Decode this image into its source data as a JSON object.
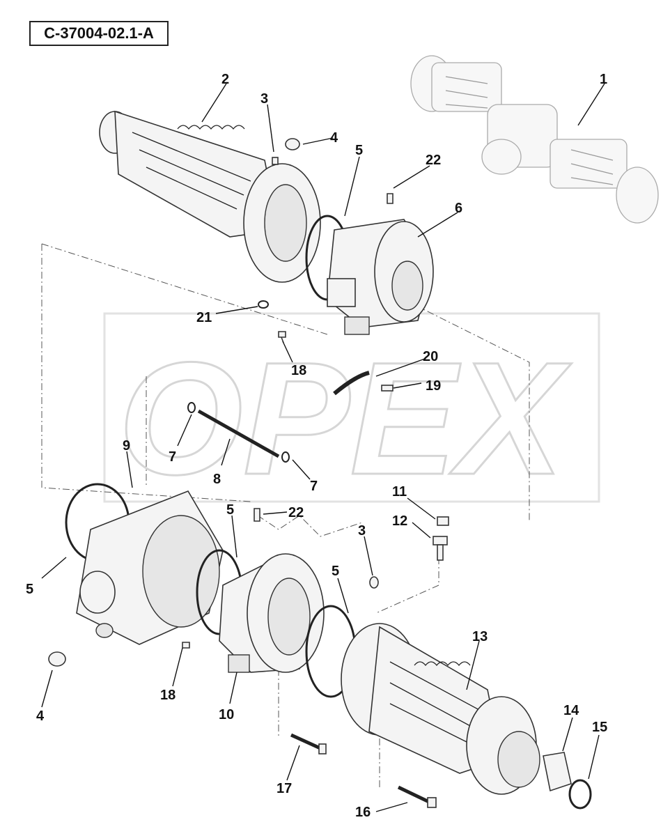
{
  "diagram_code": "C-37004-02.1-A",
  "watermark": "OPEX",
  "callouts": {
    "c1": "1",
    "c2": "2",
    "c3a": "3",
    "c4a": "4",
    "c5a": "5",
    "c22a": "22",
    "c6": "6",
    "c21": "21",
    "c18a": "18",
    "c20": "20",
    "c19": "19",
    "c7a": "7",
    "c8": "8",
    "c7b": "7",
    "c9": "9",
    "c5b": "5",
    "c22b": "22",
    "c11": "11",
    "c12": "12",
    "c3b": "3",
    "c5c": "5",
    "c5d": "5",
    "c13": "13",
    "c4b": "4",
    "c18b": "18",
    "c10": "10",
    "c14": "14",
    "c15": "15",
    "c17": "17",
    "c16": "16"
  }
}
